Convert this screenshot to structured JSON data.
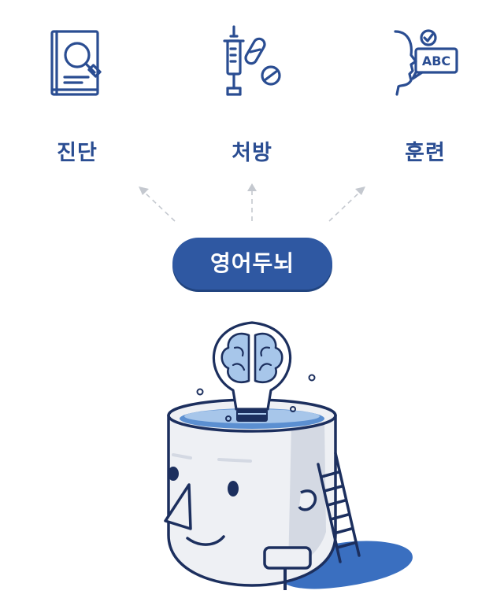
{
  "items": [
    {
      "label": "진단",
      "icon": "book-magnifier-icon"
    },
    {
      "label": "처방",
      "icon": "syringe-pills-icon"
    },
    {
      "label": "훈련",
      "icon": "speaking-abc-icon"
    }
  ],
  "abc_text": "ABC",
  "center_label": "영어두뇌",
  "colors": {
    "primary": "#2f58a2",
    "label": "#2a4d92",
    "navy": "#1c2f5e",
    "light_blue": "#a7c6ea",
    "water": "#3a6fc0"
  }
}
